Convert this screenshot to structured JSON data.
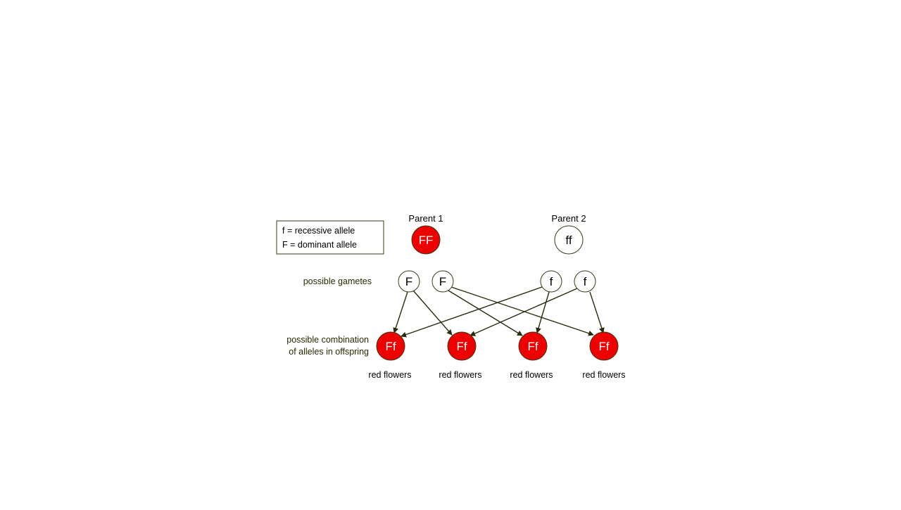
{
  "legend": {
    "recessive": "f = recessive allele",
    "dominant": "F = dominant allele"
  },
  "parents": [
    {
      "label": "Parent 1",
      "genotype": "FF",
      "color": "#ee0000"
    },
    {
      "label": "Parent 2",
      "genotype": "ff",
      "color": "#ffffff"
    }
  ],
  "gametes_label": "possible gametes",
  "gametes": [
    "F",
    "F",
    "f",
    "f"
  ],
  "offspring_label": {
    "line1": "possible combination",
    "line2": "of alleles in offspring"
  },
  "offspring": [
    {
      "genotype": "Ff",
      "phenotype": "red flowers"
    },
    {
      "genotype": "Ff",
      "phenotype": "red flowers"
    },
    {
      "genotype": "Ff",
      "phenotype": "red flowers"
    },
    {
      "genotype": "Ff",
      "phenotype": "red flowers"
    }
  ],
  "colors": {
    "dominant_fill": "#ee0000",
    "recessive_fill": "#ffffff",
    "stroke": "#3a3a1a",
    "label_text": "#2b2b00"
  }
}
